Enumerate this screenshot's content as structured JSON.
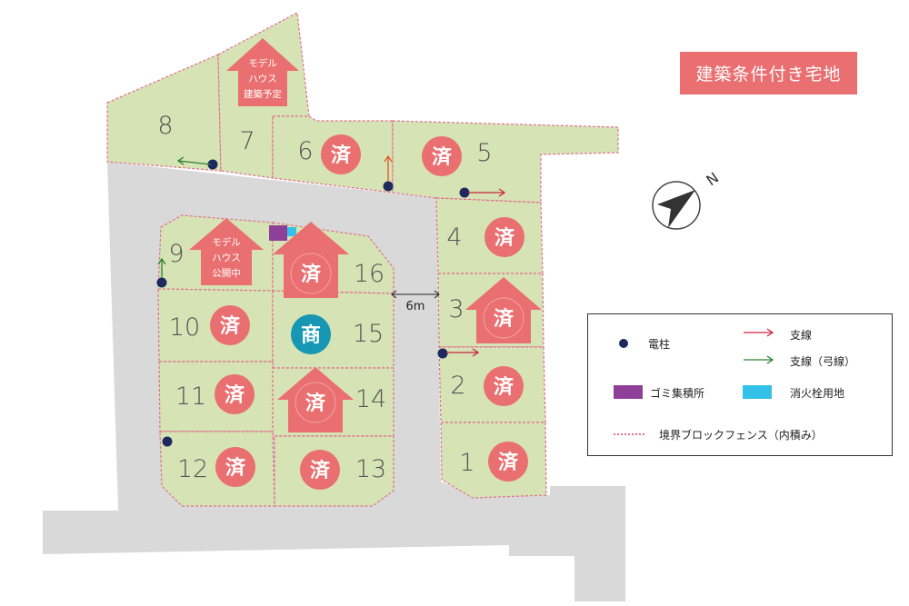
{
  "title_badge": "建築条件付き宅地",
  "road_width": "6m",
  "sold_mark": "済",
  "commercial_mark": "商",
  "compass_north": "N",
  "lots": [
    {
      "number": "1",
      "status": "済"
    },
    {
      "number": "2",
      "status": "済"
    },
    {
      "number": "3",
      "status": "済"
    },
    {
      "number": "4",
      "status": "済"
    },
    {
      "number": "5",
      "status": "済"
    },
    {
      "number": "6",
      "status": "済"
    },
    {
      "number": "7",
      "status": "モデルハウス建築予定"
    },
    {
      "number": "8",
      "status": ""
    },
    {
      "number": "9",
      "status": "モデルハウス公開中"
    },
    {
      "number": "10",
      "status": "済"
    },
    {
      "number": "11",
      "status": "済"
    },
    {
      "number": "12",
      "status": "済"
    },
    {
      "number": "13",
      "status": "済"
    },
    {
      "number": "14",
      "status": "済"
    },
    {
      "number": "15",
      "status": "商"
    },
    {
      "number": "16",
      "status": "済"
    }
  ],
  "model_house_7": [
    "モデル",
    "ハウス",
    "建築予定"
  ],
  "model_house_9": [
    "モデル",
    "ハウス",
    "公開中"
  ],
  "legend": {
    "pole": "電柱",
    "guy_wire": "支線",
    "guy_wire_bow": "支線（弓線）",
    "garbage": "ゴミ集積所",
    "hydrant": "消火栓用地",
    "fence": "境界ブロックフェンス（内積み）"
  },
  "colors": {
    "lot": "#d6e3b5",
    "road": "#d9d9d9",
    "sold": "#ea6f70",
    "commercial": "#1797b3",
    "pole": "#1e2a5e",
    "guy_wire": "#c9263f",
    "guy_wire_bow": "#2e7d32",
    "garbage": "#8e3f97",
    "hydrant": "#33c1ea",
    "fence": "#e0708f"
  }
}
